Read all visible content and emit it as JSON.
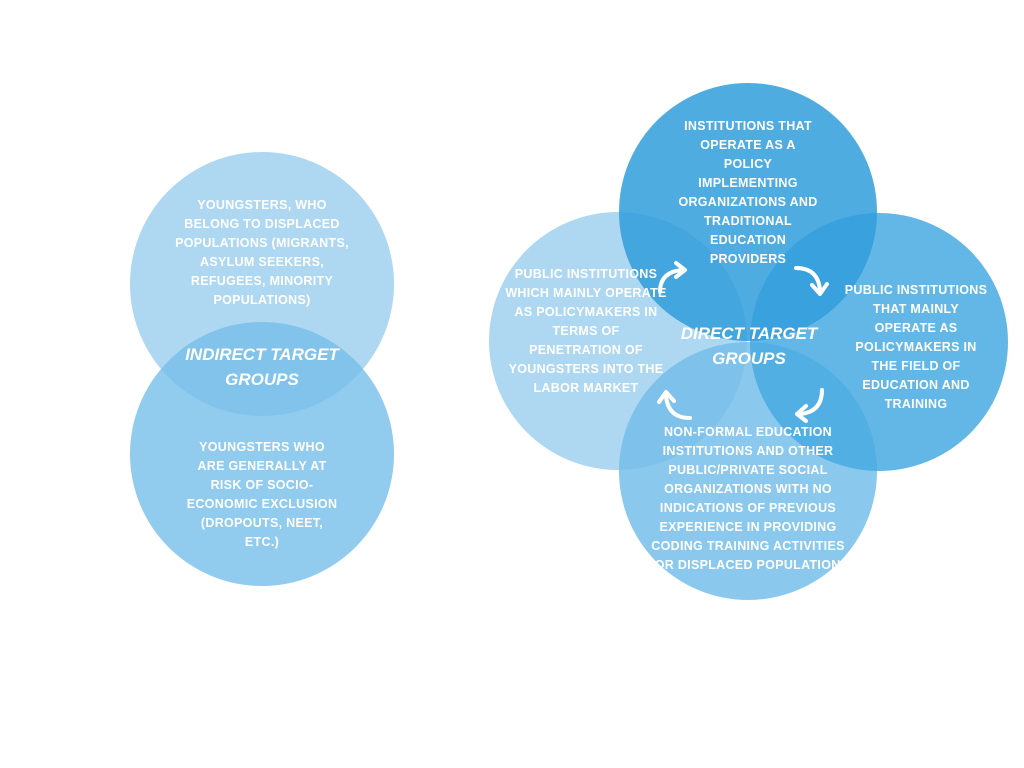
{
  "colors": {
    "light_blue": "#a8d4ef",
    "mid_blue": "#8cc8ec",
    "deep_blue": "#3aa4e0",
    "right_blue": "#5cb6e5",
    "text": "#ffffff"
  },
  "indirect": {
    "label": "INDIRECT TARGET GROUPS",
    "top_text": "YOUNGSTERS, WHO BELONG TO DISPLACED POPULATIONS (MIGRANTS, ASYLUM SEEKERS, REFUGEES, MINORITY POPULATIONS)",
    "bottom_text": "YOUNGSTERS WHO ARE GENERALLY AT RISK OF SOCIO-ECONOMIC EXCLUSION (DROPOUTS, NEET, ETC.)"
  },
  "direct": {
    "label": "DIRECT TARGET GROUPS",
    "top_text": "INSTITUTIONS THAT OPERATE AS A POLICY IMPLEMENTING ORGANIZATIONS AND TRADITIONAL EDUCATION PROVIDERS",
    "left_text": "PUBLIC INSTITUTIONS WHICH MAINLY OPERATE AS POLICYMAKERS IN TERMS OF PENETRATION OF YOUNGSTERS INTO THE LABOR MARKET",
    "right_text": "PUBLIC INSTITUTIONS THAT MAINLY OPERATE AS POLICYMAKERS IN THE FIELD OF EDUCATION AND TRAINING",
    "bottom_text": "NON-FORMAL EDUCATION INSTITUTIONS AND OTHER PUBLIC/PRIVATE SOCIAL ORGANIZATIONS WITH NO INDICATIONS OF PREVIOUS EXPERIENCE IN PROVIDING CODING TRAINING ACTIVITIES FOR DISPLACED POPULATIONS"
  }
}
